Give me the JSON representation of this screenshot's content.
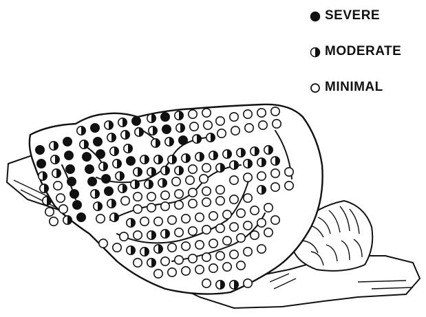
{
  "legend": {
    "items": [
      {
        "key": "severe",
        "label": "SEVERE"
      },
      {
        "key": "moderate",
        "label": "MODERATE"
      },
      {
        "key": "minimal",
        "label": "MINIMAL"
      }
    ]
  },
  "colors": {
    "ink": "#111111",
    "fill": "#ffffff",
    "shade": "#d8d8d8"
  },
  "marker_counts": {
    "severe": 29,
    "moderate": 84,
    "minimal": 95
  }
}
